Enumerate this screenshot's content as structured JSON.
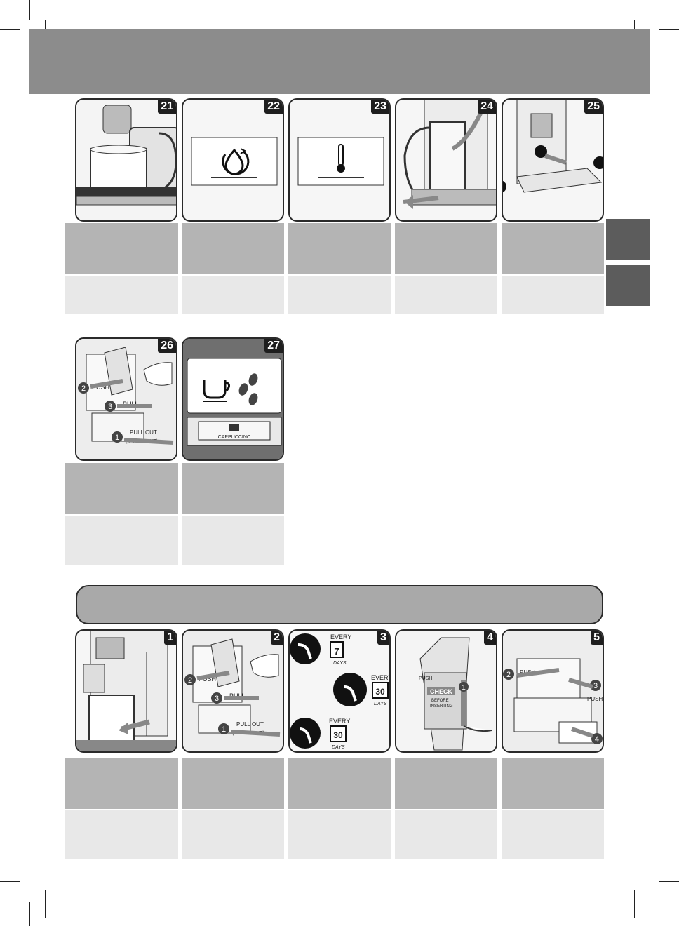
{
  "steps_top": [
    {
      "number": "21"
    },
    {
      "number": "22"
    },
    {
      "number": "23"
    },
    {
      "number": "24"
    },
    {
      "number": "25"
    }
  ],
  "steps_middle": [
    {
      "number": "26",
      "labels": {
        "push": "PUSH",
        "pull": "PULL",
        "pull_out": "PULL OUT",
        "if_present": "(IF PRESENT)",
        "n1": "1",
        "n2": "2",
        "n3": "3"
      }
    },
    {
      "number": "27",
      "labels": {
        "cappuccino": "CAPPUCCINO"
      }
    }
  ],
  "steps_bottom": [
    {
      "number": "1"
    },
    {
      "number": "2",
      "labels": {
        "push": "PUSH",
        "pull": "PULL",
        "pull_out": "PULL OUT",
        "if_present": "(IF PRESENT)",
        "n1": "1",
        "n2": "2",
        "n3": "3"
      }
    },
    {
      "number": "3",
      "labels": {
        "every": "EVERY",
        "days": "DAYS",
        "v7": "7",
        "v30a": "30",
        "v30b": "30"
      }
    },
    {
      "number": "4",
      "labels": {
        "push": "PUSH",
        "check": "CHECK",
        "before": "BEFORE",
        "inserting": "INSERTING",
        "n1": "1"
      }
    },
    {
      "number": "5",
      "labels": {
        "push": "PUSH",
        "n2": "2",
        "n3": "3",
        "n4": "4"
      }
    }
  ],
  "colors": {
    "header": "#8c8c8c",
    "tab": "#5c5c5c",
    "box_dark": "#b4b4b4",
    "box_light": "#e8e8e8",
    "section_bar": "#a9a9a9"
  }
}
